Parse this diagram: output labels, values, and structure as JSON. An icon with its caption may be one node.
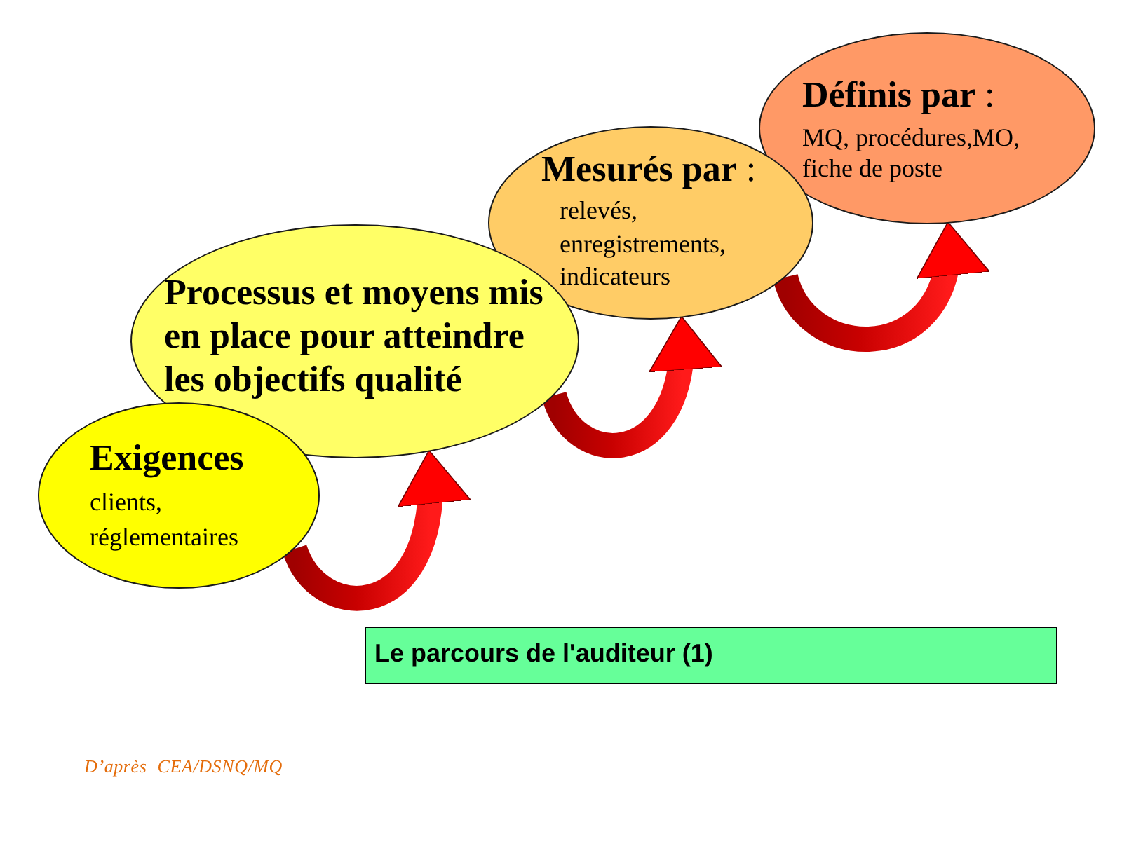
{
  "diagram": {
    "nodes": [
      {
        "text": [
          "Exigences",
          "clients, réglementaires"
        ]
      },
      {
        "text": [
          "Processus et moyens mis en place pour atteindre les objectifs qualité"
        ]
      },
      {
        "text": [
          "**Mesurés par** :",
          "relevés, enregistrements, indicateurs"
        ]
      },
      {
        "text": [
          "**Définis par** :",
          "MQ, procédures,MO, fiche de poste"
        ]
      },
      {
        "text": [
          "Le parcours de l'auditeur (1)"
        ]
      }
    ],
    "edges": [
      {
        "from": 0,
        "to": 1,
        "arrow": "to"
      },
      {
        "from": 1,
        "to": 2,
        "arrow": "to"
      },
      {
        "from": 2,
        "to": 3,
        "arrow": "to"
      }
    ],
    "labels": [
      "D’après CEA/DSNQ/MQ"
    ]
  }
}
